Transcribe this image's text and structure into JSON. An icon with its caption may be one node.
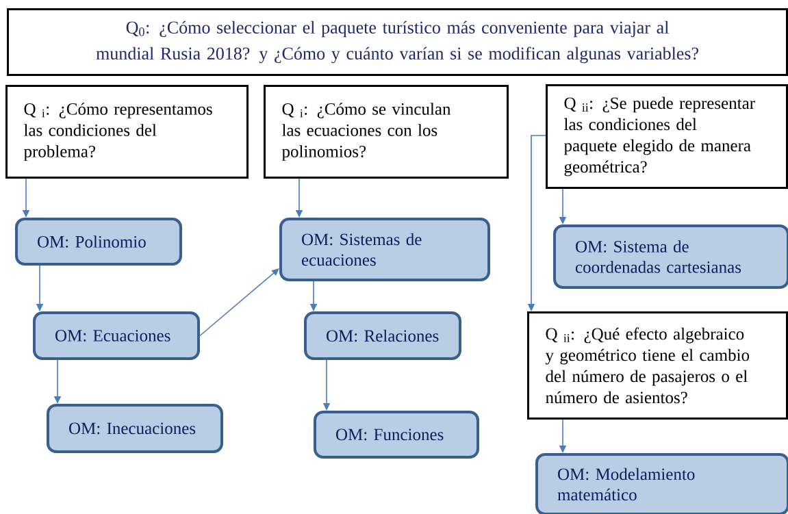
{
  "diagram": {
    "nodes": [
      {
        "text": [
          "Q$_{0}$: ¿Cómo seleccionar el paquete turístico más conveniente para viajar al mundial Rusia 2018? y ¿Cómo y cuánto varían si se modifican algunas variables?"
        ]
      },
      {
        "text": [
          "Q $_{i}$: ¿Cómo representamos las condiciones del problema?"
        ]
      },
      {
        "text": [
          "Q $_{i}$: ¿Cómo se vinculan las ecuaciones con los polinomios?"
        ]
      },
      {
        "text": [
          "Q $_{ii}$: ¿Se puede representar las condiciones del paquete elegido de manera geométrica?"
        ]
      },
      {
        "text": [
          "OM: Polinomio"
        ]
      },
      {
        "text": [
          "OM: Sistemas de ecuaciones"
        ]
      },
      {
        "text": [
          "OM: Sistema de coordenadas cartesianas"
        ]
      },
      {
        "text": [
          "OM: Ecuaciones"
        ]
      },
      {
        "text": [
          "OM: Relaciones"
        ]
      },
      {
        "text": [
          "Q $_{ii}$: ¿Qué efecto algebraico y geométrico tiene el cambio del número de pasajeros o el número de asientos?"
        ]
      },
      {
        "text": [
          "OM: Inecuaciones"
        ]
      },
      {
        "text": [
          "OM: Funciones"
        ]
      },
      {
        "text": [
          "OM: Modelamiento matemático"
        ]
      }
    ],
    "edges": [
      {
        "from": 1,
        "to": 4,
        "arrow": "to"
      },
      {
        "from": 4,
        "to": 7,
        "arrow": "to"
      },
      {
        "from": 7,
        "to": 10,
        "arrow": "to"
      },
      {
        "from": 7,
        "to": 5,
        "arrow": "to"
      },
      {
        "from": 2,
        "to": 5,
        "arrow": "to"
      },
      {
        "from": 5,
        "to": 8,
        "arrow": "to"
      },
      {
        "from": 8,
        "to": 11,
        "arrow": "to"
      },
      {
        "from": 3,
        "to": 6,
        "arrow": "to"
      },
      {
        "from": 3,
        "to": 9,
        "arrow": "to"
      },
      {
        "from": 9,
        "to": 12,
        "arrow": "to"
      }
    ]
  }
}
